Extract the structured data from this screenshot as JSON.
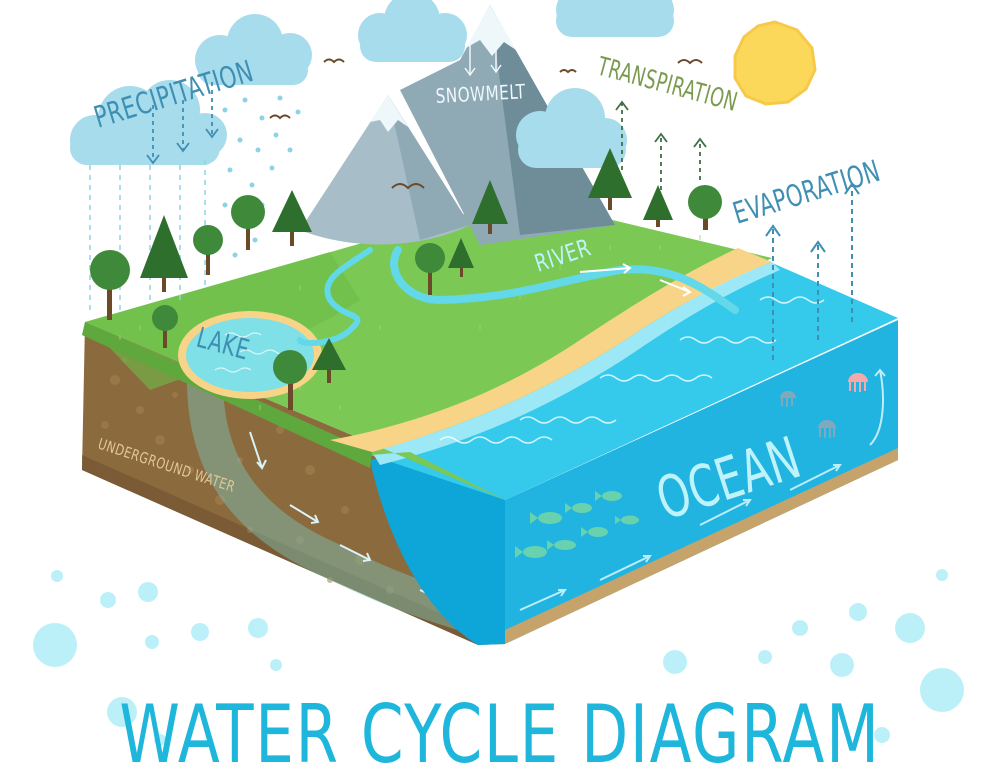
{
  "title": "WATER CYCLE DIAGRAM",
  "labels": {
    "precipitation": "PRECIPITATION",
    "snowmelt": "SNOWMELT",
    "transpiration": "TRANSPIRATION",
    "evaporation": "EVAPORATION",
    "river": "RIVER",
    "lake": "LAKE",
    "underground_water": "UNDERGROUND WATER",
    "ocean": "OCEAN"
  },
  "colors": {
    "title": "#1fb6dc",
    "grass": "#7cc855",
    "grass_dark": "#5ea83d",
    "soil": "#8b6a3e",
    "soil_dark": "#6f5230",
    "sand": "#f7d488",
    "ocean_top": "#35c9ec",
    "ocean_side": "#21b4e0",
    "water_light": "#9de8f7",
    "mountain": "#8fa9b5",
    "mountain_dark": "#6f8c99",
    "snow": "#eef8fb",
    "cloud": "#a7dcec",
    "sun": "#fcd85a",
    "tree": "#3f8a3a",
    "trunk": "#6b4a2a",
    "label_precip": "#3f8fb3",
    "label_transp": "#7a9a4f",
    "label_evap": "#3f8fb3",
    "label_light": "#bff3fb",
    "label_lake": "#3f8fb3",
    "label_ground": "#e0c79a",
    "bubble": "#a6ecf8"
  }
}
